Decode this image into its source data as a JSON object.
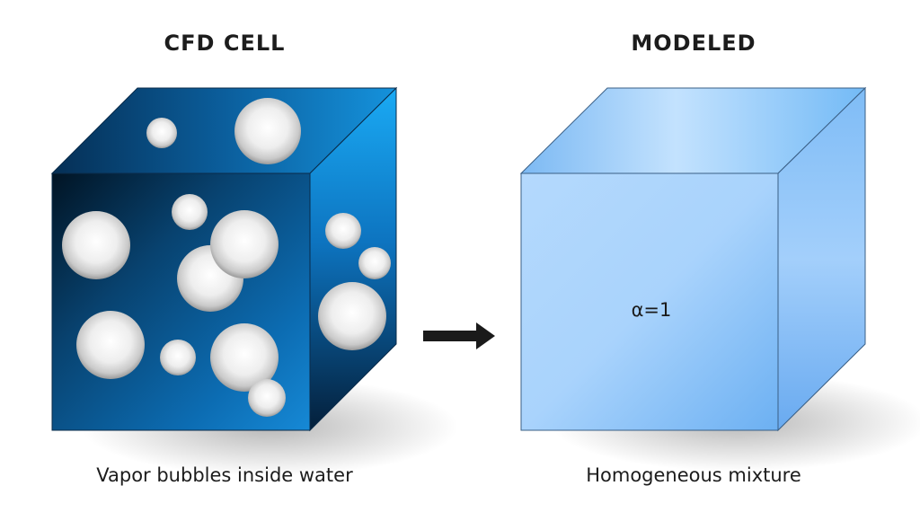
{
  "left_panel": {
    "title": "CFD CELL",
    "caption": "Vapor bubbles inside water"
  },
  "right_panel": {
    "title": "MODELED",
    "caption": "Homogeneous mixture",
    "cube_label": "α=1"
  },
  "colors": {
    "water_dark": "#011c33",
    "water_mid": "#0b5f9e",
    "water_light": "#1aa6ee",
    "mixture_light": "#bfe0fd",
    "mixture_mid": "#8cc2f6",
    "arrow": "#1a1a1a"
  }
}
